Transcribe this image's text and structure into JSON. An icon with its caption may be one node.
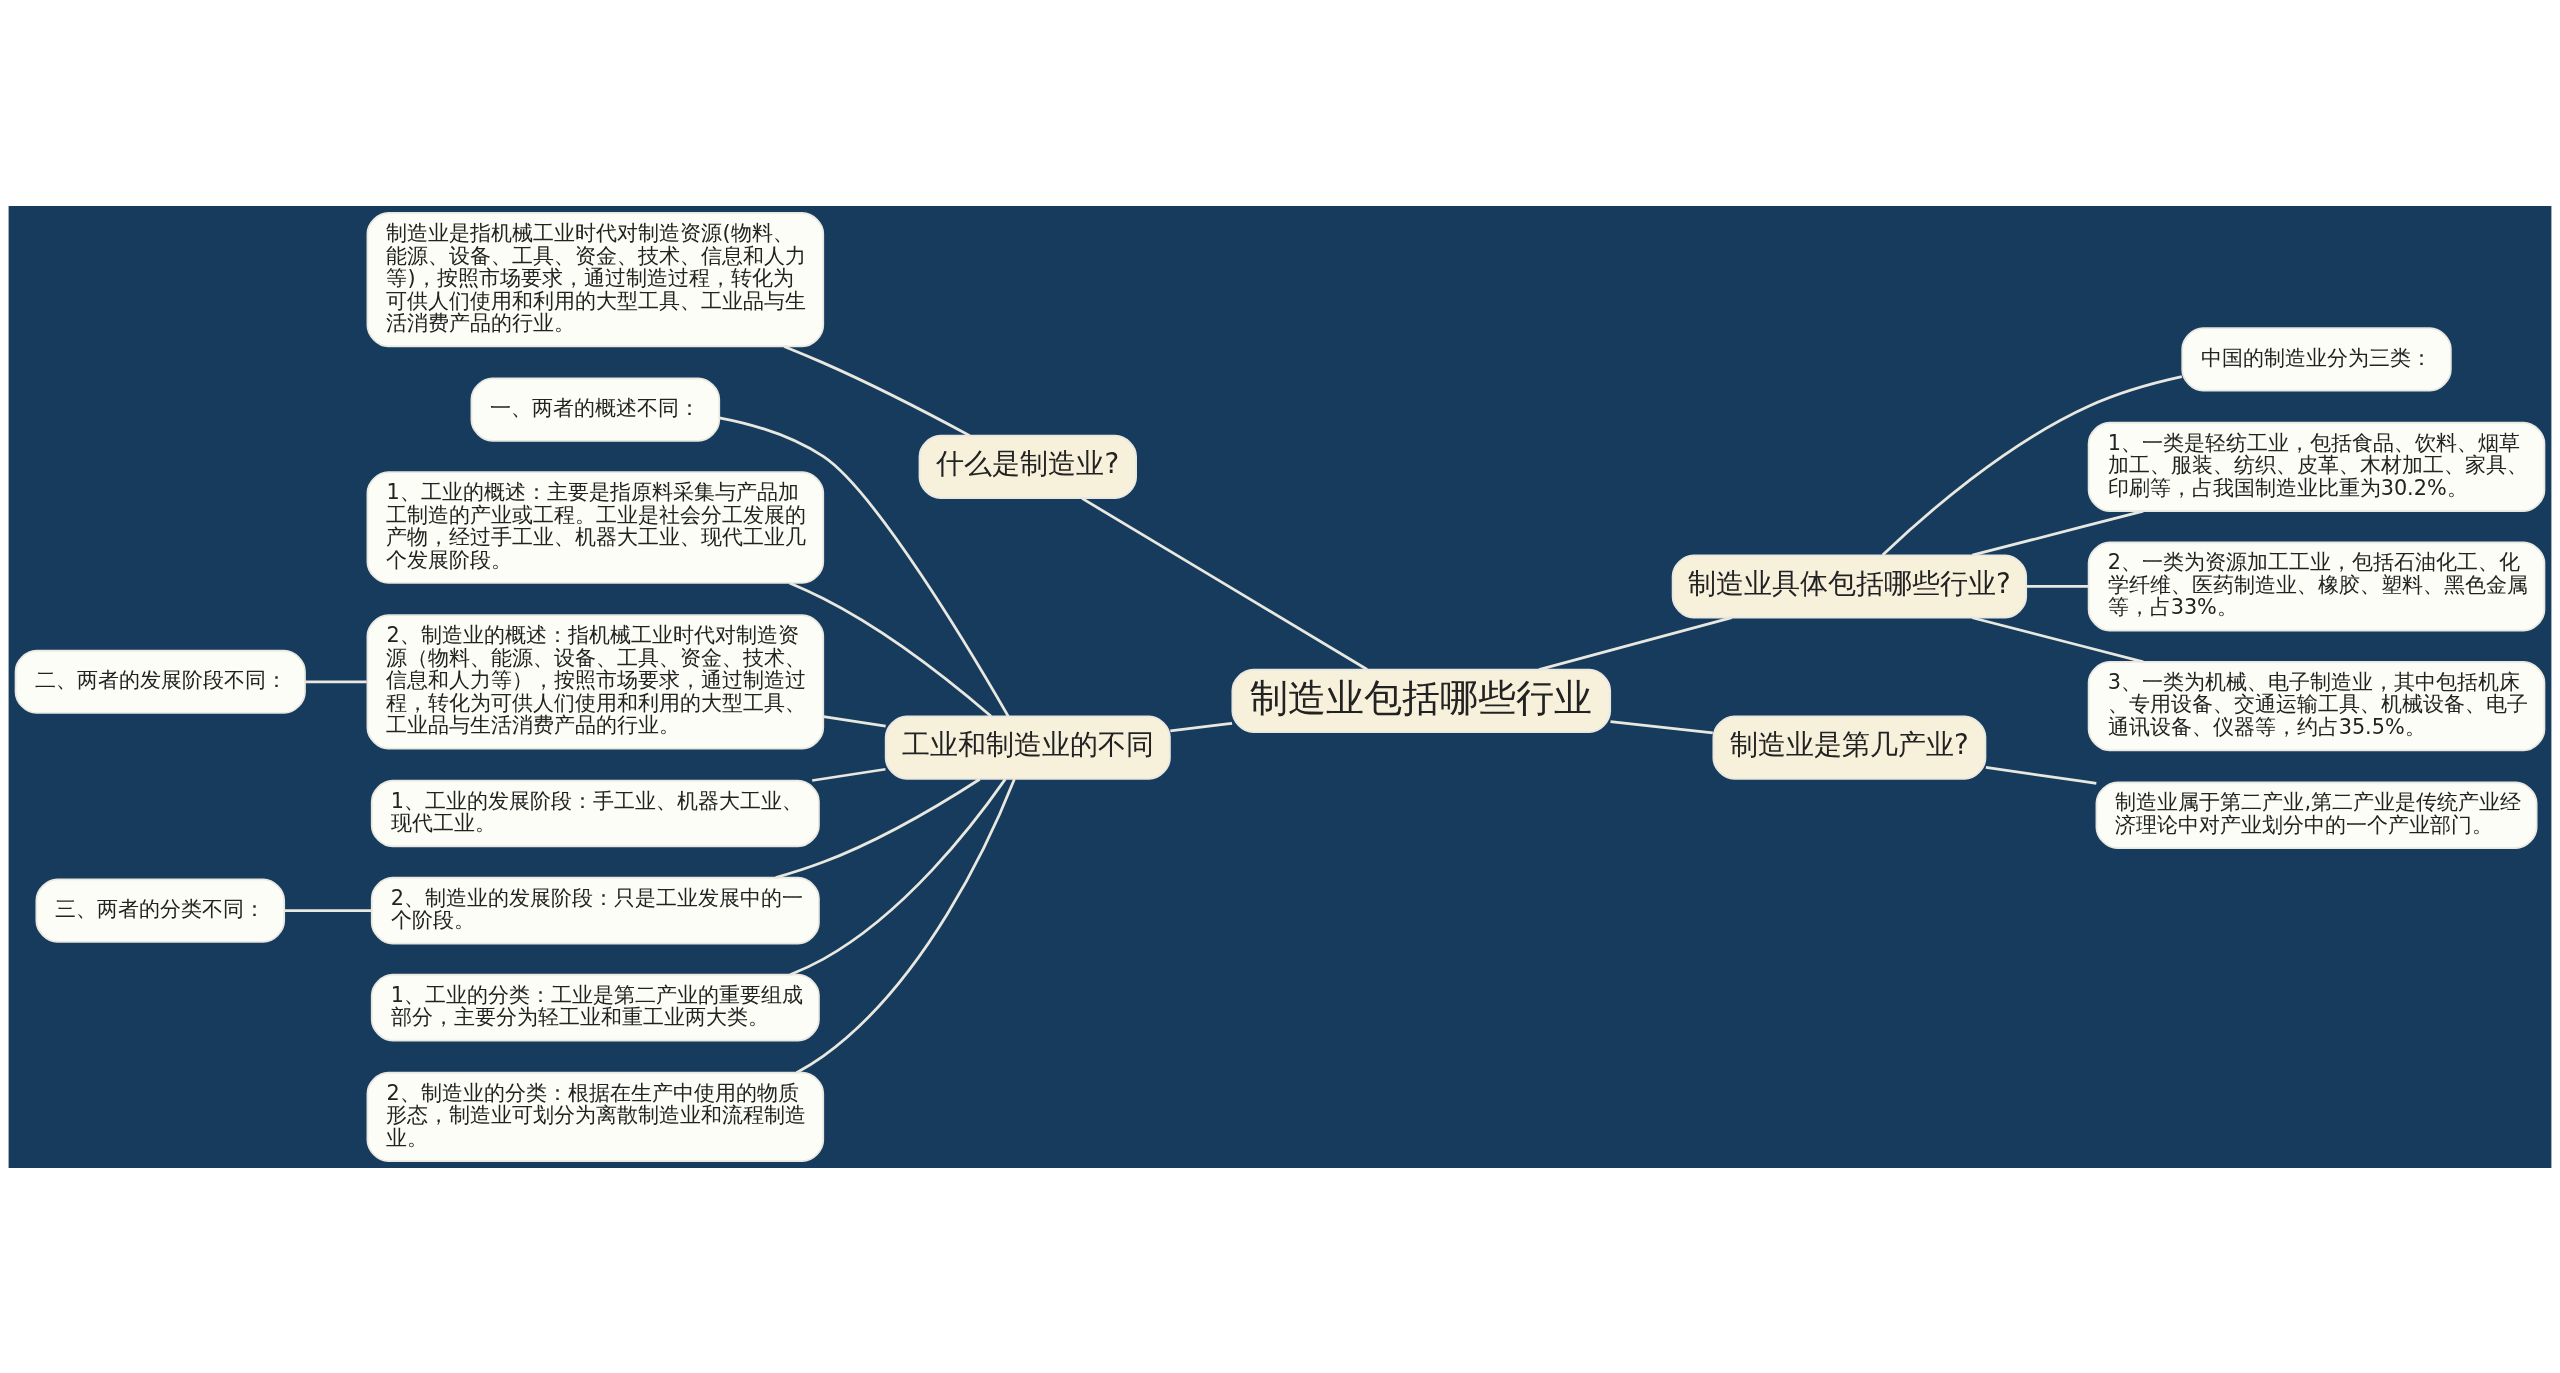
{
  "diagram": {
    "nodes": [
      {
        "text": [
          "制造业包括哪些行业"
        ]
      },
      {
        "text": [
          "什么是制造业?"
        ]
      },
      {
        "text": [
          "制造业是指机械工业时代对制造资源(物料、能源、设备、工具、资金、技术、信息和人力等)，按照市场要求，通过制造过程，转化为可供人们使用和利用的大型工具、工业品与生活消费产品的行业。"
        ]
      },
      {
        "text": [
          "工业和制造业的不同"
        ]
      },
      {
        "text": [
          "一、两者的概述不同："
        ]
      },
      {
        "text": [
          "1、工业的概述：主要是指原料采集与产品加工制造的产业或工程。工业是社会分工发展的产物，经过手工业、机器大工业、现代工业几个发展阶段。"
        ]
      },
      {
        "text": [
          "二、两者的发展阶段不同："
        ]
      },
      {
        "text": [
          "2、制造业的概述：指机械工业时代对制造资源（物料、能源、设备、工具、资金、技术、信息和人力等），按照市场要求，通过制造过程，转化为可供人们使用和利用的大型工具、工业品与生活消费产品的行业。"
        ]
      },
      {
        "text": [
          "1、工业的发展阶段：手工业、机器大工业、现代工业。"
        ]
      },
      {
        "text": [
          "三、两者的分类不同："
        ]
      },
      {
        "text": [
          "2、制造业的发展阶段：只是工业发展中的一个阶段。"
        ]
      },
      {
        "text": [
          "1、工业的分类：工业是第二产业的重要组成部分，主要分为轻工业和重工业两大类。"
        ]
      },
      {
        "text": [
          "2、制造业的分类：根据在生产中使用的物质形态，制造业可划分为离散制造业和流程制造业。"
        ]
      },
      {
        "text": [
          "制造业具体包括哪些行业?"
        ]
      },
      {
        "text": [
          "中国的制造业分为三类："
        ]
      },
      {
        "text": [
          "1、一类是轻纺工业，包括食品、饮料、烟草加工、服装、纺织、皮革、木材加工、家具、印刷等，占我国制造业比重为30.2%。"
        ]
      },
      {
        "text": [
          "2、一类为资源加工工业，包括石油化工、化学纤维、医药制造业、橡胶、塑料、黑色金属等，占33%。"
        ]
      },
      {
        "text": [
          "3、一类为机械、电子制造业，其中包括机床、专用设备、交通运输工具、机械设备、电子通讯设备、仪器等，约占35.5%。"
        ]
      },
      {
        "text": [
          "制造业是第几产业?"
        ]
      },
      {
        "text": [
          "制造业属于第二产业,第二产业是传统产业经济理论中对产业划分中的一个产业部门。"
        ]
      }
    ],
    "edges": [
      {
        "from": 0,
        "to": 1,
        "arrow": "none"
      },
      {
        "from": 1,
        "to": 2,
        "arrow": "none"
      },
      {
        "from": 0,
        "to": 3,
        "arrow": "none"
      },
      {
        "from": 3,
        "to": 4,
        "arrow": "none"
      },
      {
        "from": 3,
        "to": 5,
        "arrow": "none"
      },
      {
        "from": 3,
        "to": 7,
        "arrow": "none"
      },
      {
        "from": 7,
        "to": 6,
        "arrow": "none"
      },
      {
        "from": 3,
        "to": 8,
        "arrow": "none"
      },
      {
        "from": 3,
        "to": 10,
        "arrow": "none"
      },
      {
        "from": 10,
        "to": 9,
        "arrow": "none"
      },
      {
        "from": 3,
        "to": 11,
        "arrow": "none"
      },
      {
        "from": 3,
        "to": 12,
        "arrow": "none"
      },
      {
        "from": 0,
        "to": 13,
        "arrow": "none"
      },
      {
        "from": 13,
        "to": 14,
        "arrow": "none"
      },
      {
        "from": 13,
        "to": 15,
        "arrow": "none"
      },
      {
        "from": 13,
        "to": 16,
        "arrow": "none"
      },
      {
        "from": 13,
        "to": 17,
        "arrow": "none"
      },
      {
        "from": 0,
        "to": 18,
        "arrow": "none"
      },
      {
        "from": 18,
        "to": 19,
        "arrow": "none"
      }
    ]
  }
}
